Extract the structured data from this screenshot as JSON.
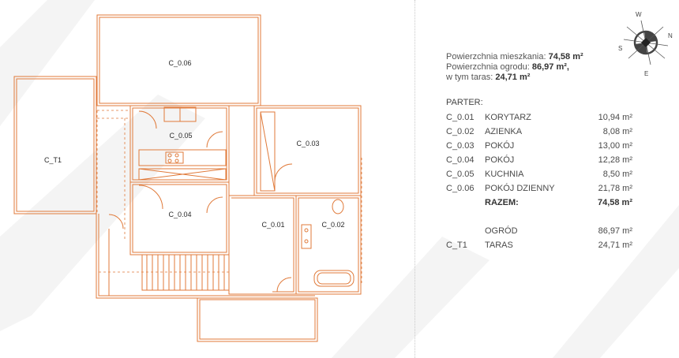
{
  "plan": {
    "rooms": [
      {
        "id": "C_0.06"
      },
      {
        "id": "C_0.05"
      },
      {
        "id": "C_0.03"
      },
      {
        "id": "C_T1"
      },
      {
        "id": "C_0.04"
      },
      {
        "id": "C_0.01"
      },
      {
        "id": "C_0.02"
      }
    ],
    "colors": {
      "walls": "#e07a3a",
      "watermark": "#f3f3f3",
      "text": "#4a4a4a"
    }
  },
  "compass": {
    "n": "N",
    "s": "S",
    "e": "E",
    "w": "W"
  },
  "summary": {
    "living_label": "Powierzchnia mieszkania:",
    "living_value": "74,58 m²",
    "garden_label": "Powierzchnia ogrodu:",
    "garden_value": "86,97 m²,",
    "terrace_label": "w tym taras:",
    "terrace_value": "24,71 m²"
  },
  "section_title": "PARTER:",
  "table": [
    {
      "code": "C_0.01",
      "name": "KORYTARZ",
      "area": "10,94 m²"
    },
    {
      "code": "C_0.02",
      "name": "AZIENKA",
      "area": "8,08 m²"
    },
    {
      "code": "C_0.03",
      "name": "POKÓJ",
      "area": "13,00 m²"
    },
    {
      "code": "C_0.04",
      "name": "POKÓJ",
      "area": "12,28 m²"
    },
    {
      "code": "C_0.05",
      "name": "KUCHNIA",
      "area": "8,50 m²"
    },
    {
      "code": "C_0.06",
      "name": "POKÓJ DZIENNY",
      "area": "21,78 m²"
    }
  ],
  "total": {
    "name": "RAZEM:",
    "area": "74,58 m²"
  },
  "garden_row": {
    "name": "OGRÓD",
    "area": "86,97 m²"
  },
  "terrace_row": {
    "code": "C_T1",
    "name": "TARAS",
    "area": "24,71 m²"
  }
}
